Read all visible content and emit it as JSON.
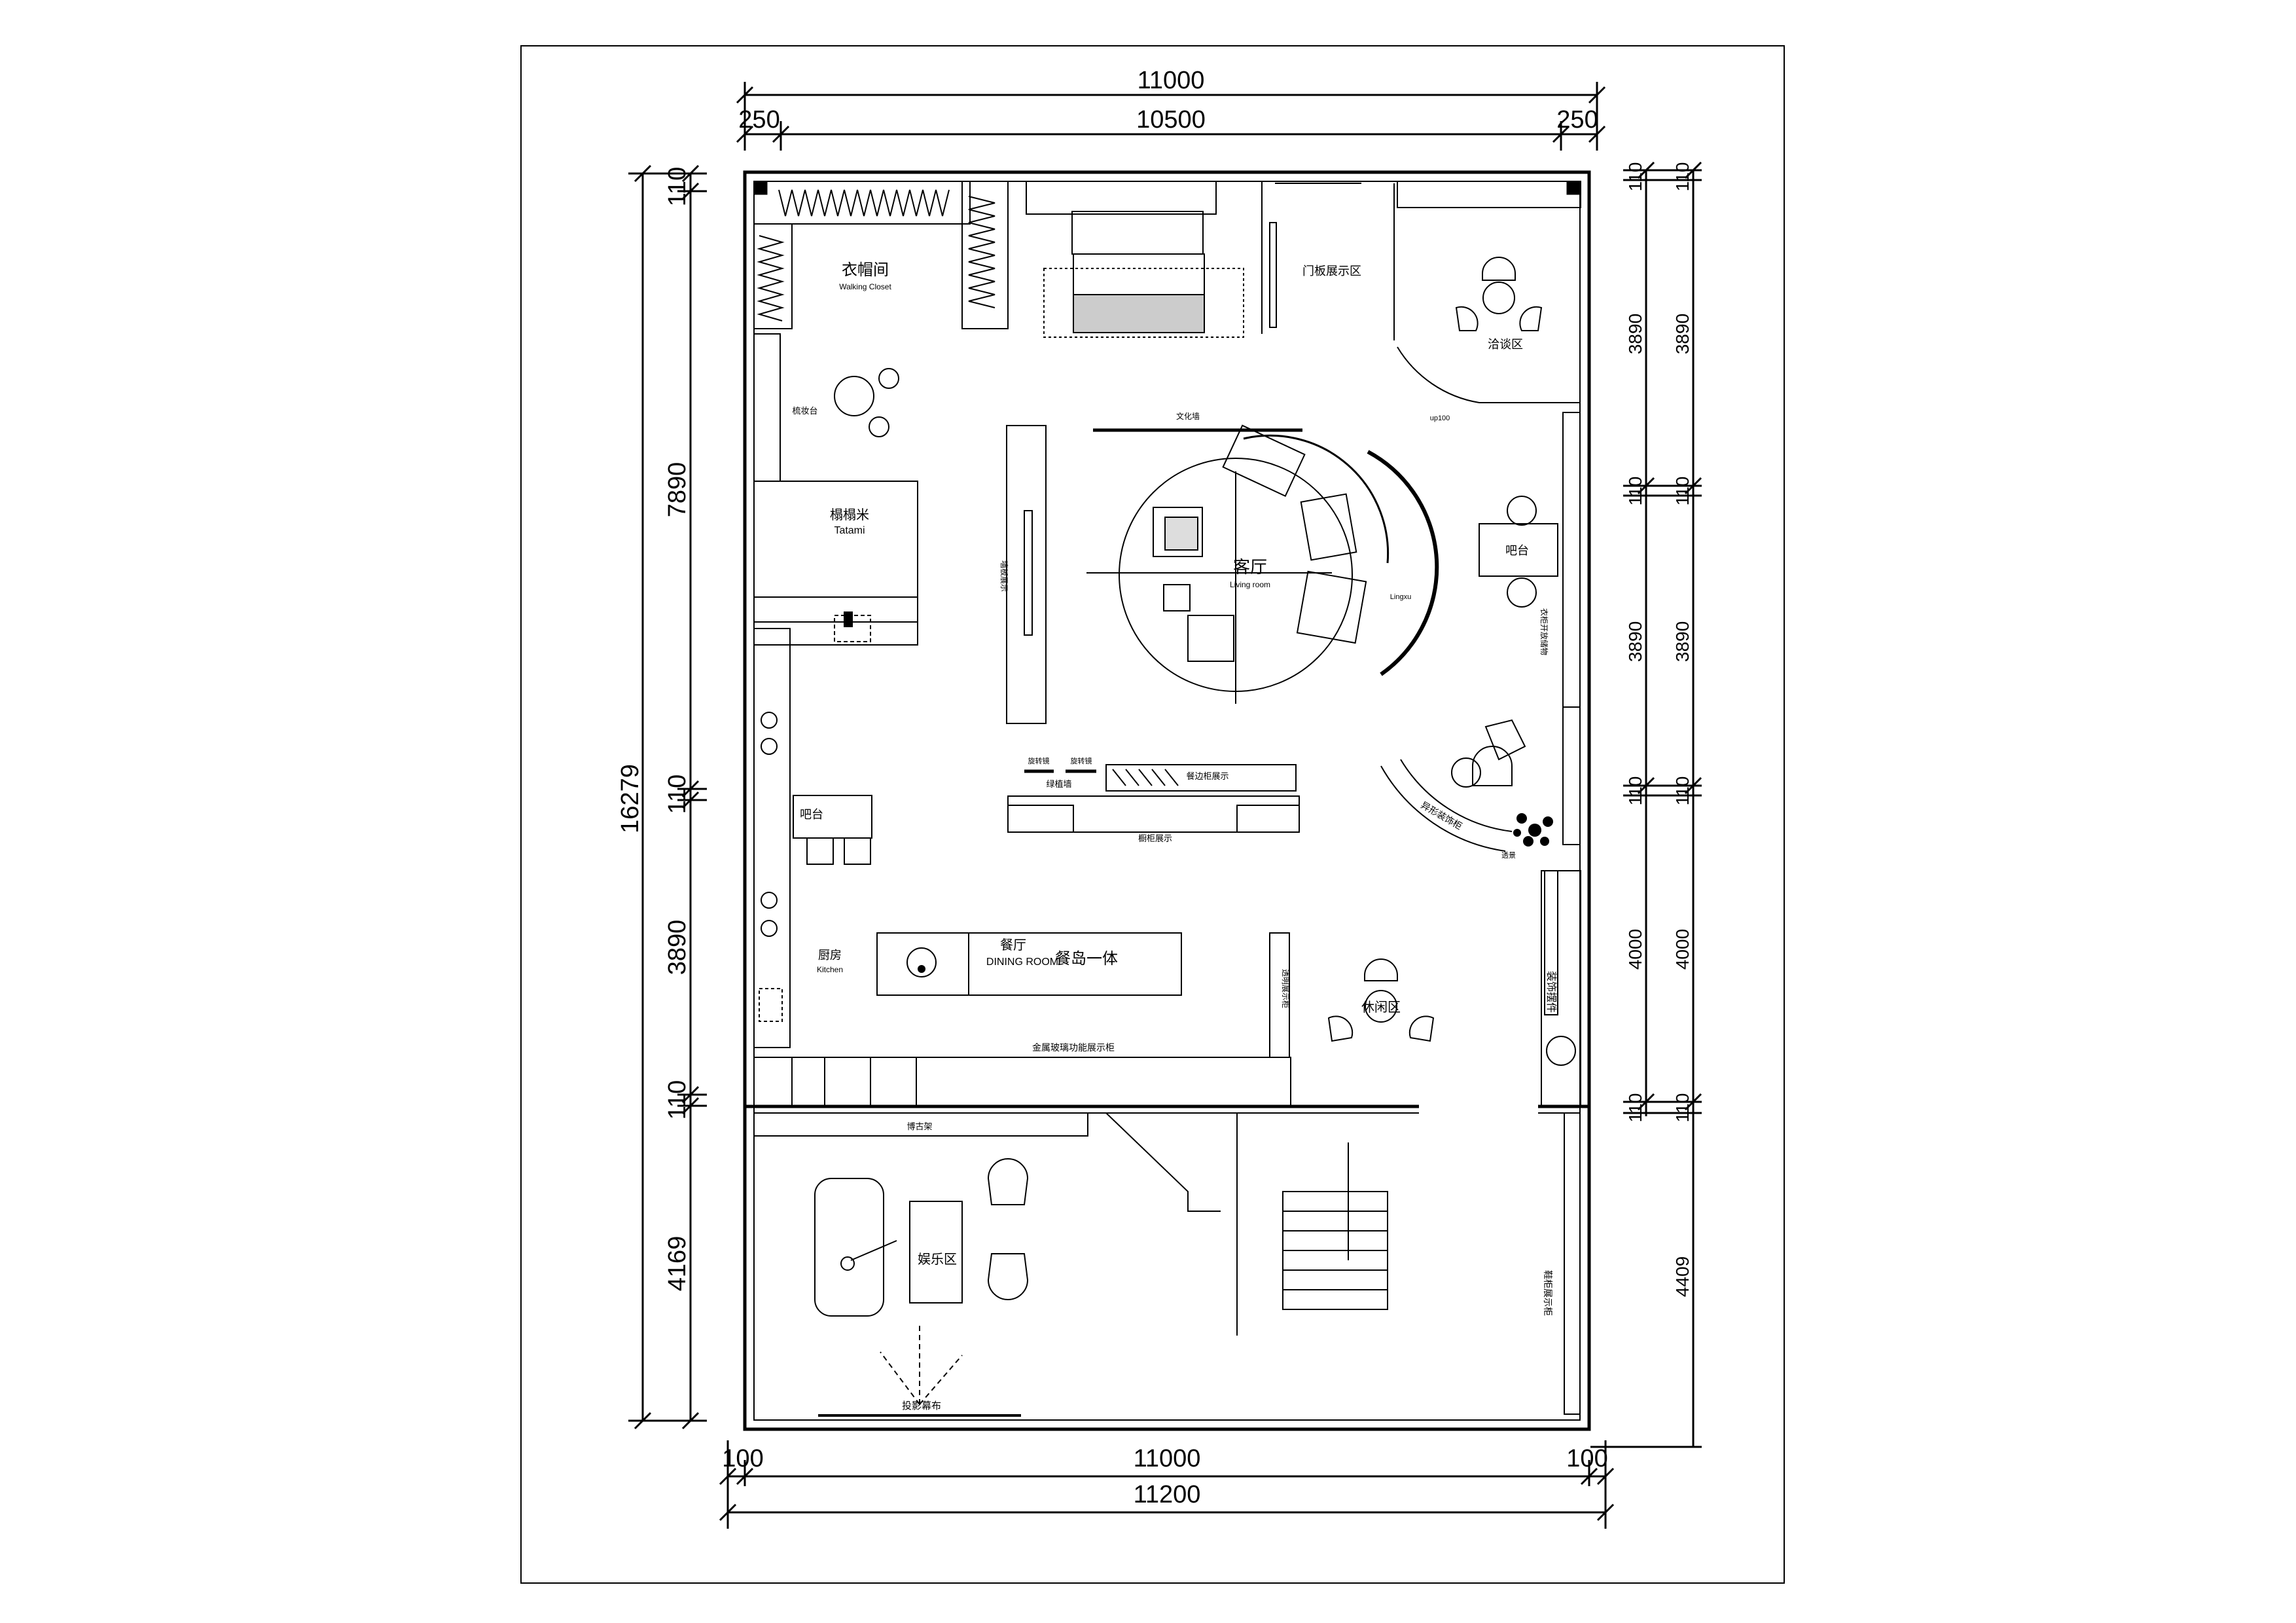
{
  "dimensions": {
    "top_total": "11000",
    "top_left": "250",
    "top_mid": "10500",
    "top_right": "250",
    "bottom_left": "100",
    "bottom_mid": "11000",
    "bottom_right": "100",
    "bottom_total": "11200",
    "left_total": "16279",
    "left_110_a": "110",
    "left_7890": "7890",
    "left_110_b": "110",
    "left_3890": "3890",
    "left_110_c": "110",
    "left_4169": "4169",
    "right_110_a": "110",
    "right_3890_a": "3890",
    "right_3890_a2": "3890",
    "right_110_b": "110",
    "right_110_b2": "110",
    "right_3890_b": "3890",
    "right_3890_b2": "3890",
    "right_110_c": "110",
    "right_110_c2": "110",
    "right_4000": "4000",
    "right_4000_2": "4000",
    "right_110_d": "110",
    "right_110_d2": "110",
    "right_4409": "4409"
  },
  "rooms": {
    "walking_closet_cn": "衣帽间",
    "walking_closet_en": "Walking Closet",
    "vanity": "梳妆台",
    "tatami_cn": "榻榻米",
    "tatami_en": "Tatami",
    "door_display": "门板展示区",
    "negotiation": "洽谈区",
    "up": "up100",
    "culture_wall": "文化墙",
    "display_wall": "墙板展示",
    "living_cn": "客厅",
    "living_en": "Living room",
    "bar_right": "吧台",
    "cabinet_right": "衣柜开放储物",
    "lingxu": "Lingxu",
    "rotating_mirror_1": "旋转镜",
    "rotating_mirror_2": "旋转镜",
    "shoe_cabinet_display": "餐边柜展示",
    "green_wall": "绿植墙",
    "cabinet_display": "橱柜展示",
    "shaped_cabinet": "异形装饰柜",
    "transparent": "透景",
    "bar_left": "吧台",
    "kitchen_cn": "厨房",
    "kitchen_en": "Kitchen",
    "dining_cn": "餐厅",
    "dining_en": "DINING ROOM",
    "dining_island": "餐岛一体",
    "transparent_display": "透明展示柜",
    "leisure": "休闲区",
    "decor_display": "装饰摆件",
    "metal_glass_cabinet": "金属玻璃功能展示柜",
    "antique_shelf": "博古架",
    "entertainment": "娱乐区",
    "projection_screen": "投影幕布",
    "shoe_display": "鞋柜展示柜"
  }
}
